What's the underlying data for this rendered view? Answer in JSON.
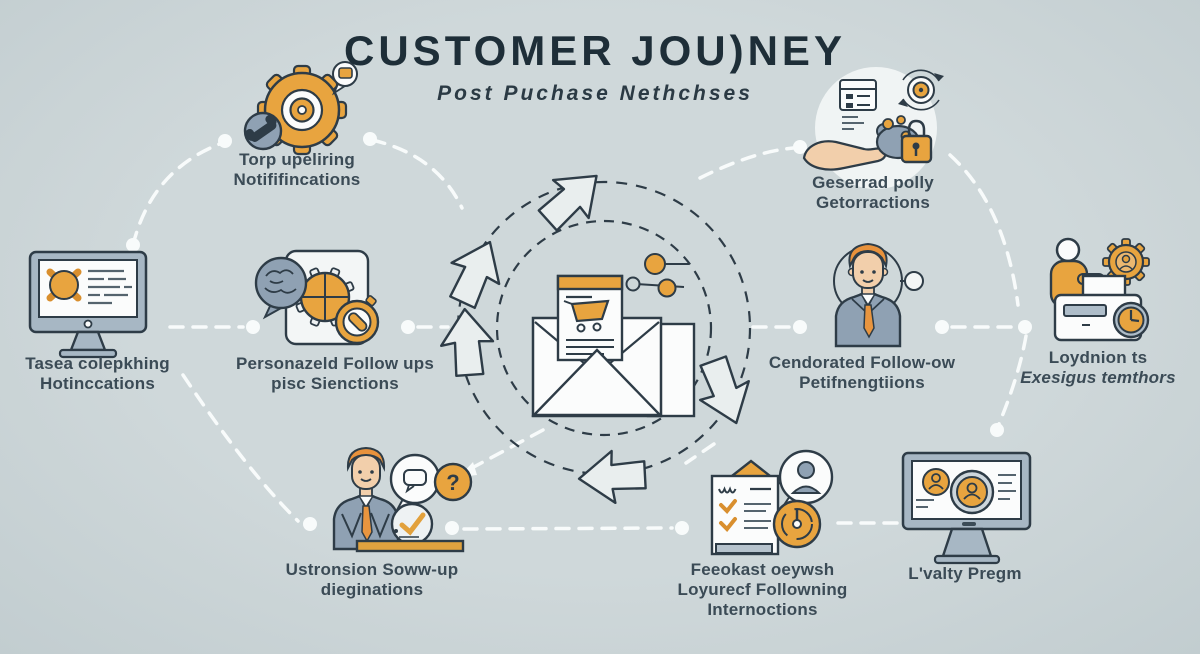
{
  "header": {
    "title": "CUSTOMER JOU)NEY",
    "subtitle": "Post Puchase Nethchses"
  },
  "nodes": {
    "top_left": {
      "line1": "Torp upeliring",
      "line2": "Notififincations"
    },
    "left": {
      "line1": "Tasea colepkhing",
      "line2": "Hotinccations"
    },
    "mid_left": {
      "line1": "Personazeld Follow ups",
      "line2": "pisc Sienctions"
    },
    "top_right": {
      "line1": "Geserrad polly",
      "line2": "Getorractions"
    },
    "right": {
      "line1": "Cendorated Follow-ow",
      "line2": "Petifnengtiions"
    },
    "far_right": {
      "line1": "Loydnion ts",
      "line2": "Exesigus temthors"
    },
    "bottom_left": {
      "line1": "Ustronsion Soww-up",
      "line2": "dieginations"
    },
    "bottom_center": {
      "line1": "Feeokast oeywsh",
      "line2": "Loyurecf Followning",
      "line3": "Internoctions"
    },
    "bottom_right": {
      "line1": "L'valty Pregm"
    }
  },
  "icons": [
    "gear-phone-icon",
    "monitor-alerts-icon",
    "personalization-card-icon",
    "email-cart-cycle-icon",
    "hand-savings-icon",
    "customer-person-icon",
    "loyalty-member-icon",
    "support-agent-icon",
    "feedback-checklist-icon",
    "loyalty-program-monitor-icon"
  ],
  "colors": {
    "background": "#cdd7d9",
    "outline": "#2e3c47",
    "orange": "#e8a43f",
    "blue_grey": "#8fa1b3",
    "frame_grey": "#a7b7c4",
    "skin": "#f2cfab",
    "white": "#fbfcfc",
    "label_text": "#3b4b56",
    "title_text": "#1e2e38",
    "connector": "#f8fbfb"
  }
}
